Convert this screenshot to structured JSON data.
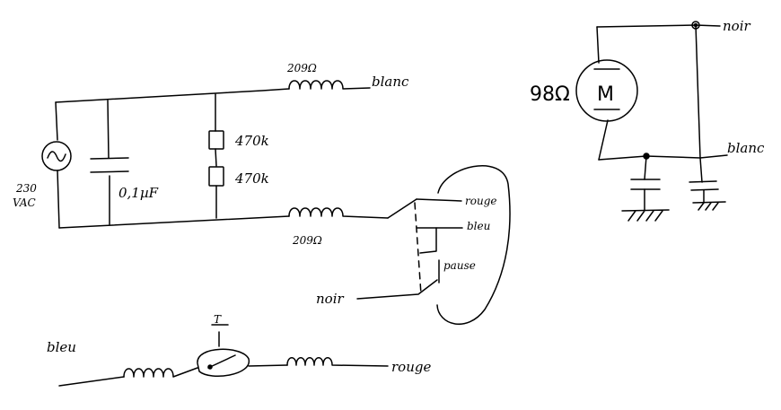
{
  "colors": {
    "ink": "#000000",
    "paper": "#ffffff"
  },
  "labels": {
    "inductor_top_value": "209Ω",
    "out_blanc": "blanc",
    "resistor_upper": "470k",
    "resistor_lower": "470k",
    "capacitor_value": "0,1µF",
    "source_voltage_line1": "230",
    "source_voltage_line2": "VAC",
    "inductor_bottom_value": "209Ω",
    "sw_rouge": "rouge",
    "sw_bleu": "bleu",
    "sw_pause": "pause",
    "in_noir": "noir",
    "motor_resistance": "98Ω",
    "motor_letter": "M",
    "motor_noir": "noir",
    "motor_blanc": "blanc",
    "series_bleu": "bleu",
    "thermo_label": "T",
    "series_rouge": "rouge"
  }
}
